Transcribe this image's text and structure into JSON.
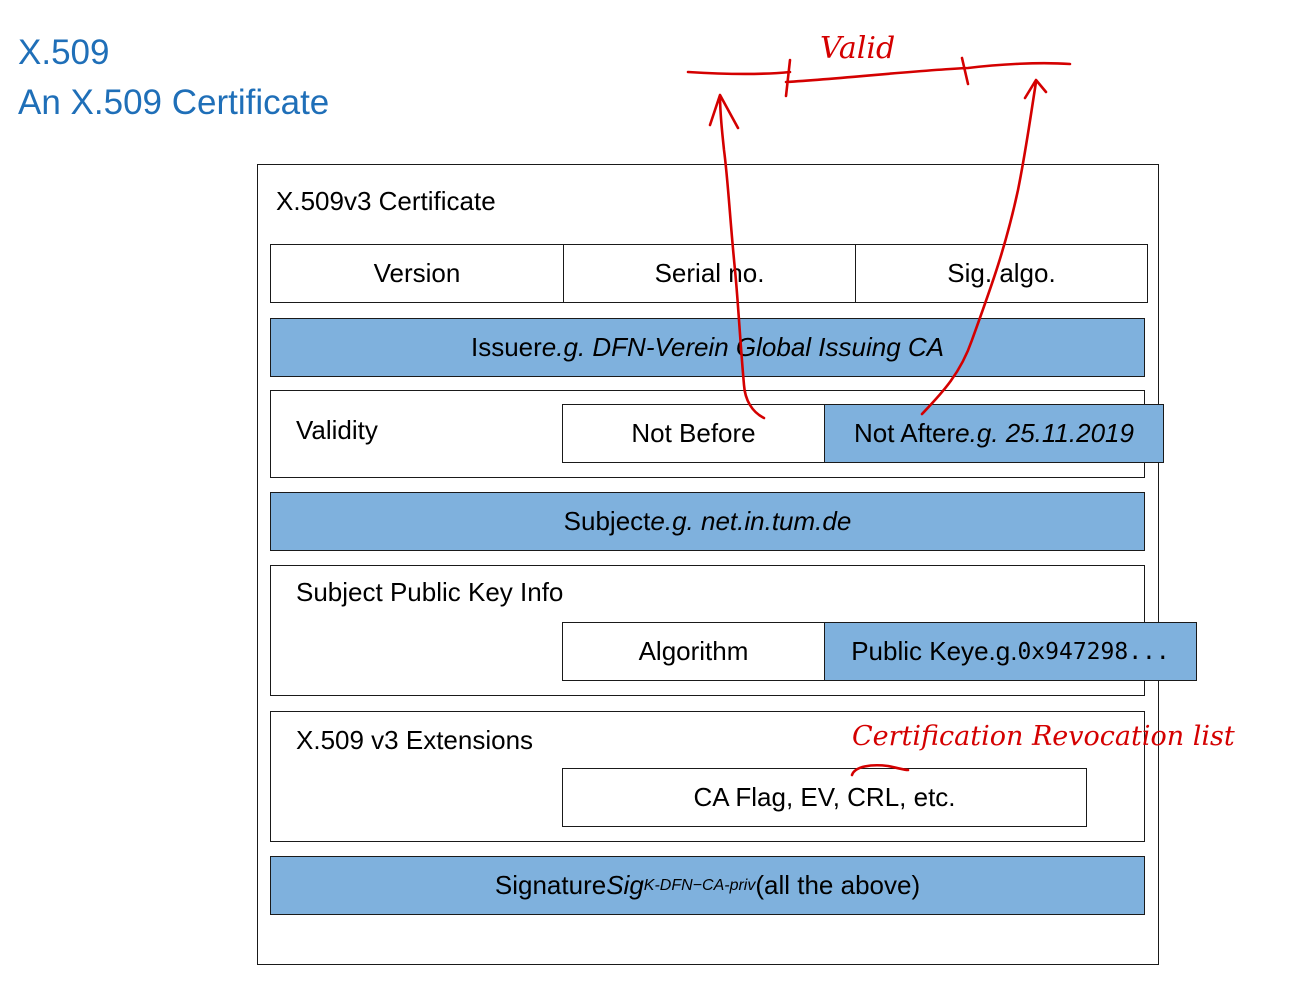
{
  "slide": {
    "section": "X.509",
    "title": "An X.509 Certificate"
  },
  "certificate": {
    "heading": "X.509v3 Certificate",
    "version": "Version",
    "serial": "Serial no.",
    "sig_algo": "Sig. algo.",
    "issuer_label": "Issuer",
    "issuer_example": "e.g. DFN-Verein Global Issuing CA",
    "validity_label": "Validity",
    "not_before": "Not Before",
    "not_after_label": "Not After",
    "not_after_example": "e.g. 25.11.2019",
    "subject_label": "Subject",
    "subject_example": "e.g. net.in.tum.de",
    "spki_label": "Subject Public Key Info",
    "algorithm": "Algorithm",
    "public_key_label": "Public Key",
    "public_key_eg": "e.g. ",
    "public_key_example": "0x947298...",
    "extensions_label": "X.509 v3 Extensions",
    "extensions_content": "CA Flag, EV, CRL, etc.",
    "signature_label": "Signature",
    "signature_sig": "Sig",
    "signature_sub": "K-DFN−CA-priv",
    "signature_tail": "(all the above)"
  },
  "annotations": {
    "valid": "Valid",
    "crl": "Certification Revocation list"
  },
  "colors": {
    "title": "#1f6fb8",
    "field_highlight": "#7fb1dd",
    "ink": "#d40000"
  }
}
